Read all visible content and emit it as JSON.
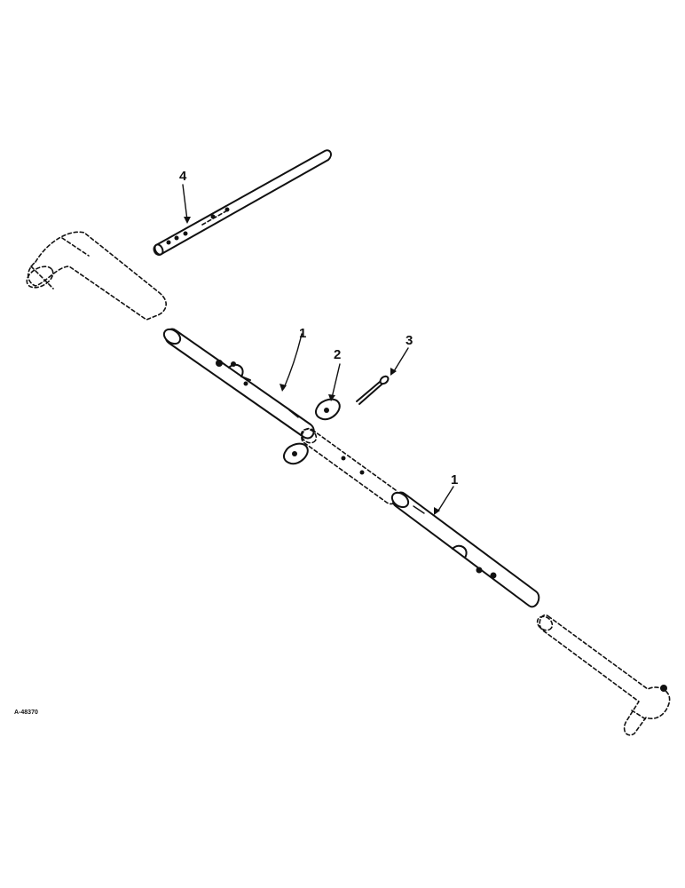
{
  "callouts": {
    "part_1_upper": "1",
    "part_1_lower": "1",
    "part_2": "2",
    "part_3": "3",
    "part_4": "4"
  },
  "figure_id": "A-48370"
}
